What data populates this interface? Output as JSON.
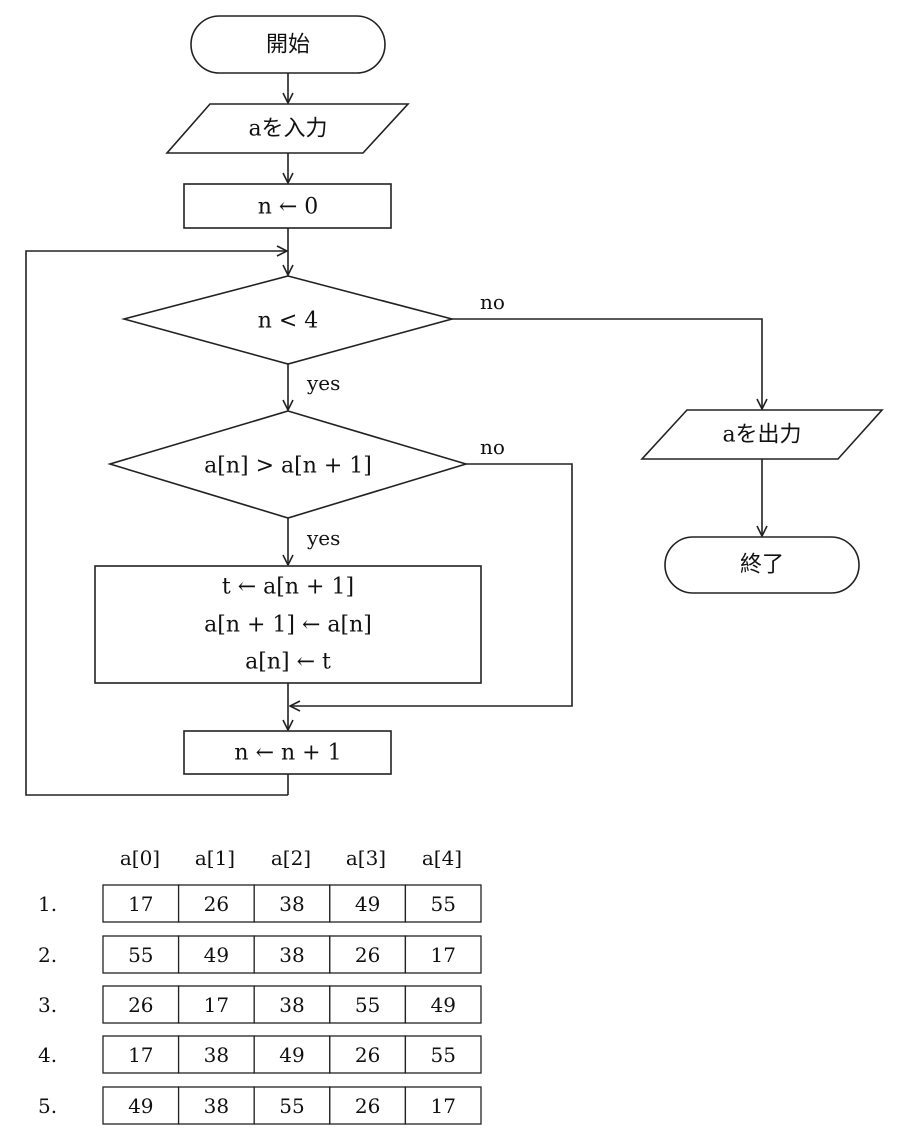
{
  "flowchart": {
    "start": "開始",
    "input": "aを入力",
    "init": "n ← 0",
    "loop_condition": "n < 4",
    "compare_condition": "a[n] > a[n + 1]",
    "swap_lines": [
      "t ← a[n + 1]",
      "a[n + 1] ← a[n]",
      "a[n] ← t"
    ],
    "increment": "n ← n + 1",
    "output": "aを出力",
    "end": "終了",
    "yes_label": "yes",
    "no_label": "no"
  },
  "options": {
    "headers": [
      "a[0]",
      "a[1]",
      "a[2]",
      "a[3]",
      "a[4]"
    ],
    "rows": [
      {
        "label": "1.",
        "values": [
          "17",
          "26",
          "38",
          "49",
          "55"
        ]
      },
      {
        "label": "2.",
        "values": [
          "55",
          "49",
          "38",
          "26",
          "17"
        ]
      },
      {
        "label": "3.",
        "values": [
          "26",
          "17",
          "38",
          "55",
          "49"
        ]
      },
      {
        "label": "4.",
        "values": [
          "17",
          "38",
          "49",
          "26",
          "55"
        ]
      },
      {
        "label": "5.",
        "values": [
          "49",
          "38",
          "55",
          "26",
          "17"
        ]
      }
    ]
  }
}
